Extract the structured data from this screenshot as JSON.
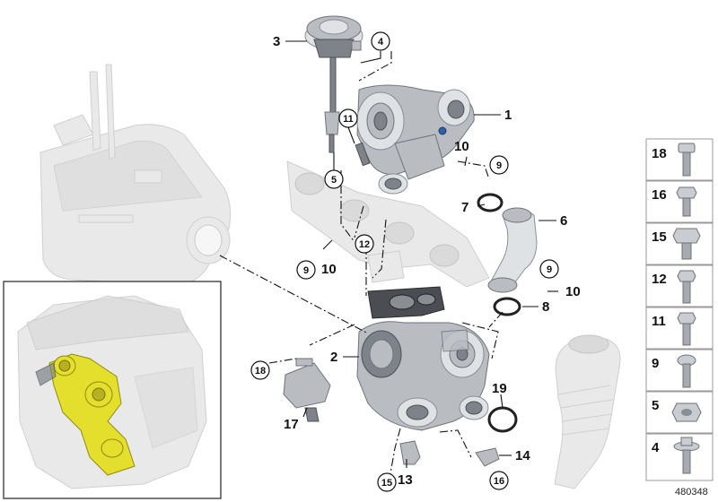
{
  "diagram": {
    "reference_id": "480348",
    "callouts": [
      {
        "id": "c1",
        "label": "1"
      },
      {
        "id": "c2",
        "label": "2"
      },
      {
        "id": "c3",
        "label": "3"
      },
      {
        "id": "c6",
        "label": "6"
      },
      {
        "id": "c7",
        "label": "7"
      },
      {
        "id": "c8",
        "label": "8"
      },
      {
        "id": "c10a",
        "label": "10"
      },
      {
        "id": "c10b",
        "label": "10"
      },
      {
        "id": "c10c",
        "label": "10"
      },
      {
        "id": "c13",
        "label": "13"
      },
      {
        "id": "c14",
        "label": "14"
      },
      {
        "id": "c17",
        "label": "17"
      },
      {
        "id": "c19",
        "label": "19"
      }
    ],
    "circled_callouts": [
      {
        "id": "k4",
        "label": "4"
      },
      {
        "id": "k5",
        "label": "5"
      },
      {
        "id": "k9a",
        "label": "9"
      },
      {
        "id": "k9b",
        "label": "9"
      },
      {
        "id": "k9c",
        "label": "9"
      },
      {
        "id": "k11",
        "label": "11"
      },
      {
        "id": "k12",
        "label": "12"
      },
      {
        "id": "k15",
        "label": "15"
      },
      {
        "id": "k16",
        "label": "16"
      },
      {
        "id": "k18",
        "label": "18"
      }
    ],
    "fastener_legend": [
      {
        "label": "18",
        "icon": "torx-socket-bolt-icon"
      },
      {
        "label": "16",
        "icon": "hex-flange-bolt-icon"
      },
      {
        "label": "15",
        "icon": "hex-flange-bolt-icon"
      },
      {
        "label": "12",
        "icon": "hex-flange-bolt-icon"
      },
      {
        "label": "11",
        "icon": "hex-bolt-icon"
      },
      {
        "label": "9",
        "icon": "torx-bolt-icon"
      },
      {
        "label": "5",
        "icon": "hex-nut-icon"
      },
      {
        "label": "4",
        "icon": "washer-bolt-icon"
      }
    ],
    "colors": {
      "highlight_part": "#e4de2c",
      "ghost_part": "#e9e9e9",
      "metal": "#b9bdc2"
    }
  }
}
